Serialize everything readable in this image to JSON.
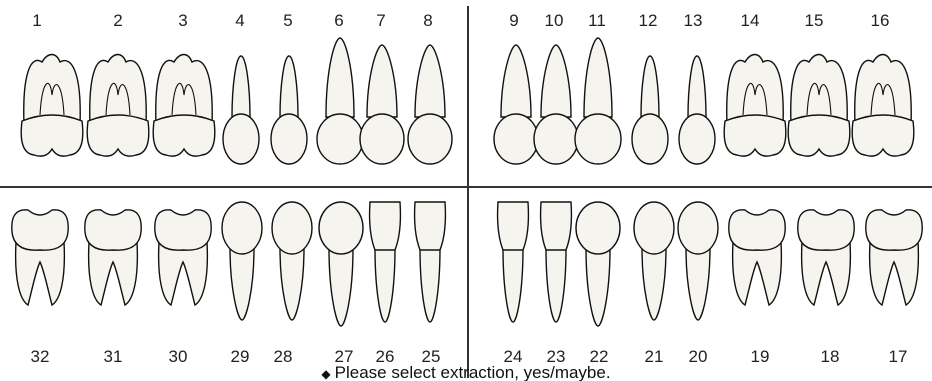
{
  "teeth": {
    "upper_right": [
      "1",
      "2",
      "3",
      "4",
      "5",
      "6",
      "7",
      "8"
    ],
    "upper_left": [
      "9",
      "10",
      "11",
      "12",
      "13",
      "14",
      "15",
      "16"
    ],
    "lower_right": [
      "32",
      "31",
      "30",
      "29",
      "28",
      "27",
      "26",
      "25"
    ],
    "lower_left": [
      "24",
      "23",
      "22",
      "21",
      "20",
      "19",
      "18",
      "17"
    ]
  },
  "footer": {
    "text": "Please select extraction, yes/maybe.",
    "pointer_icon": "pointer-icon"
  },
  "colors": {
    "tooth_fill": "#f6f4ee",
    "outline": "#111111",
    "divider": "#333333"
  }
}
